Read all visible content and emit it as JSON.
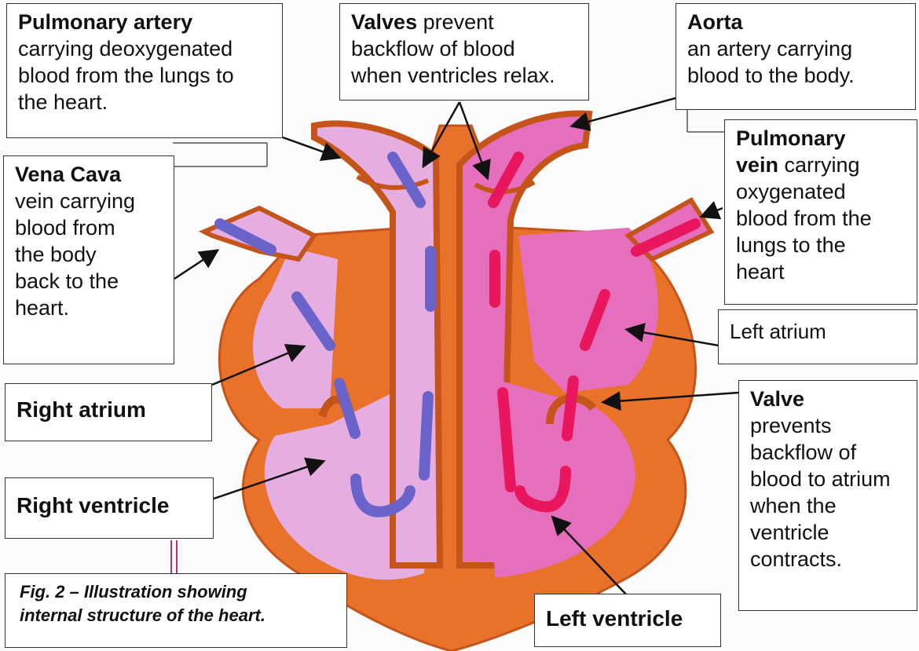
{
  "labels": {
    "pulmonary_artery": {
      "title": "Pulmonary artery",
      "text": [
        "carrying deoxygenated",
        "blood from the lungs to",
        "the heart."
      ]
    },
    "valves": {
      "title": "Valves",
      "title_suffix": " prevent",
      "text": [
        "backflow of blood",
        "when ventricles relax."
      ]
    },
    "aorta": {
      "title": "Aorta",
      "text": [
        "an artery carrying",
        "blood to the body."
      ]
    },
    "vena_cava": {
      "title": "Vena Cava",
      "text": [
        "vein carrying",
        "blood from",
        "the body",
        "back to the",
        "heart."
      ]
    },
    "pulmonary_vein": {
      "title_lines": [
        "Pulmonary",
        "vein"
      ],
      "title_suffix": " carrying",
      "text": [
        "oxygenated",
        "blood from the",
        "lungs to the",
        "heart"
      ]
    },
    "left_atrium": "Left atrium",
    "right_atrium": "Right atrium",
    "valve": {
      "title": "Valve",
      "text": [
        "prevents",
        "backflow of",
        "blood to atrium",
        "when the",
        "ventricle",
        "contracts."
      ]
    },
    "right_ventricle": "Right ventricle",
    "left_ventricle": "Left ventricle"
  },
  "caption": {
    "line1": "Fig. 2 – Illustration showing",
    "line2": "internal structure of the heart."
  },
  "colors": {
    "muscle": "#e8722a",
    "deoxygenated_chamber": "#e6aee0",
    "oxygenated_chamber": "#e56fbd",
    "deoxygenated_arrow": "#6a63c9",
    "oxygenated_arrow": "#e8175d"
  }
}
